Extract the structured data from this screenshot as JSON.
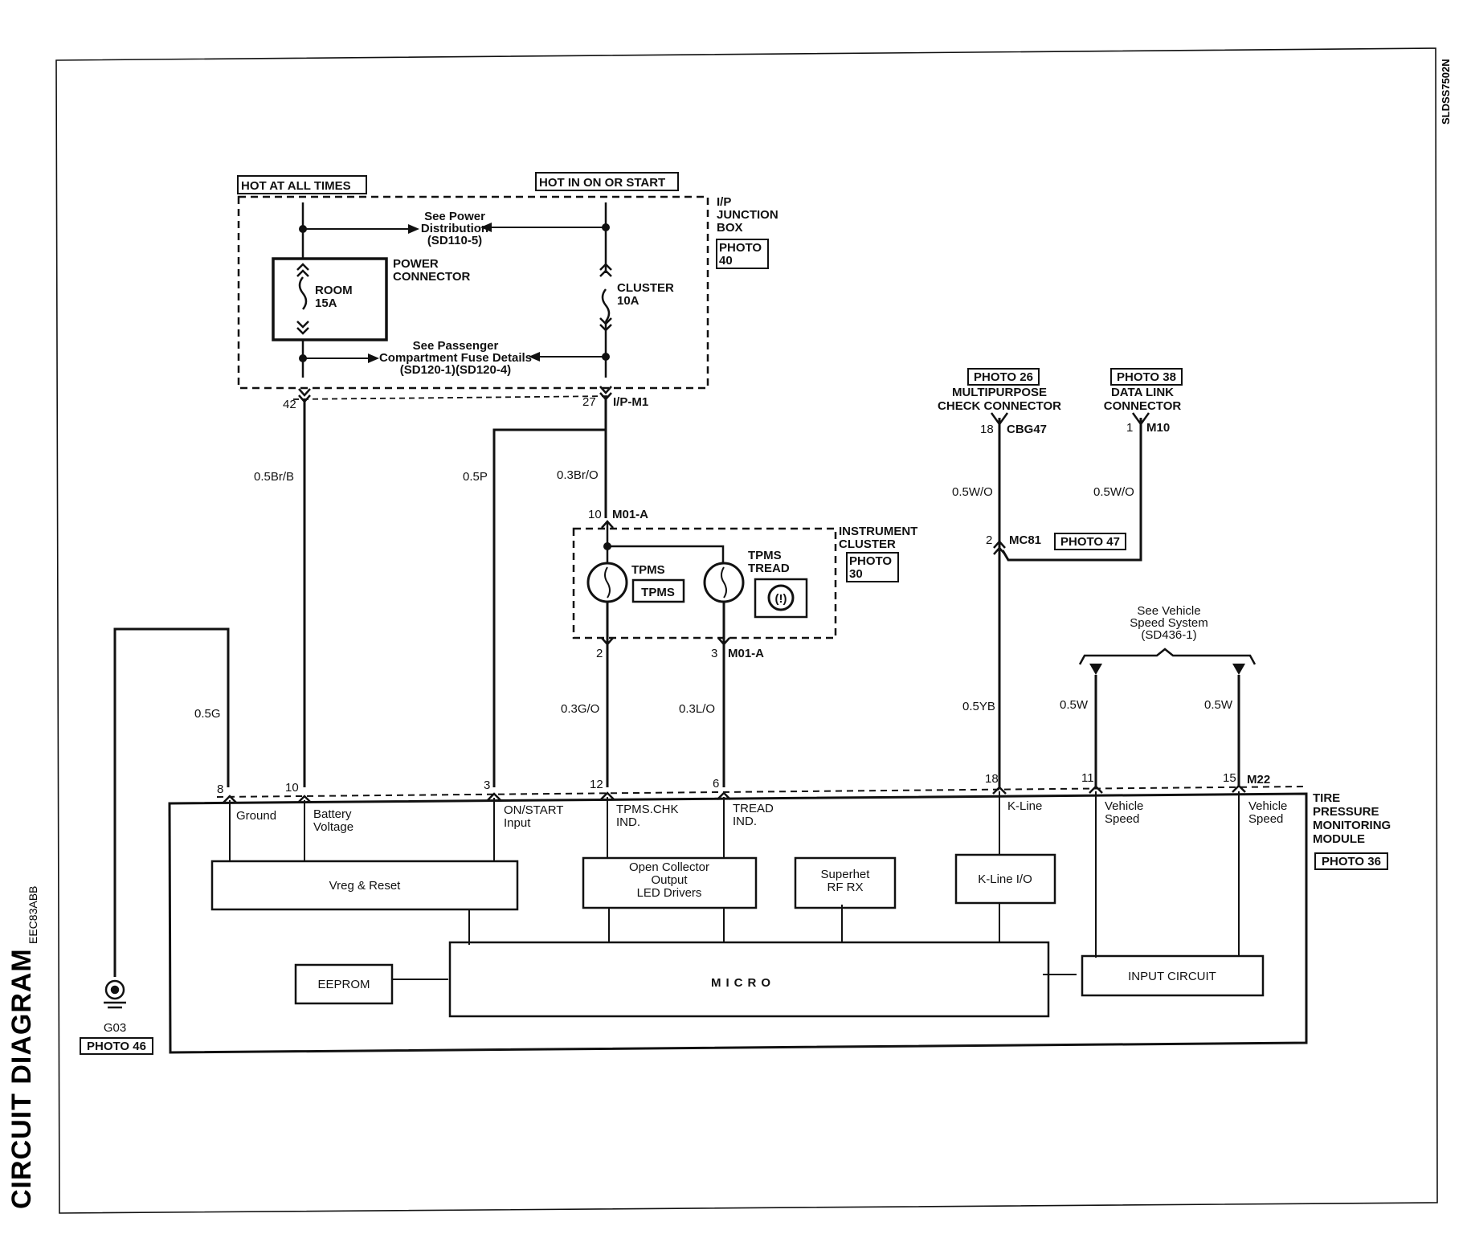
{
  "page": {
    "title": "CIRCUIT DIAGRAM",
    "side_code": "EEC83ABB",
    "corner_code": "SLDSS7502N"
  },
  "sources": {
    "hot_all_times": "HOT AT ALL TIMES",
    "hot_on_start": "HOT IN ON OR START"
  },
  "junction_box": {
    "title_lines": [
      "I/P",
      "JUNCTION",
      "BOX"
    ],
    "photo": [
      "PHOTO",
      "40"
    ],
    "power_dist": [
      "See Power",
      "Distribution",
      "(SD110-5)"
    ],
    "power_connector": [
      "POWER",
      "CONNECTOR"
    ],
    "room_fuse": [
      "ROOM",
      "15A"
    ],
    "cluster_fuse": [
      "CLUSTER",
      "10A"
    ],
    "passenger_fuse": [
      "See Passenger",
      "Compartment Fuse Details",
      "(SD120-1)(SD120-4)"
    ],
    "pin_42": "42",
    "pin_27": "27",
    "connector": "I/P-M1"
  },
  "wires": {
    "w_0_5BrB": "0.5Br/B",
    "w_0_5P": "0.5P",
    "w_0_3BrO": "0.3Br/O",
    "w_0_5G": "0.5G",
    "w_0_3GO": "0.3G/O",
    "w_0_3LO": "0.3L/O",
    "w_0_5YB": "0.5YB",
    "w_0_5W_a": "0.5W",
    "w_0_5W_b": "0.5W",
    "w_0_5WO_a": "0.5W/O",
    "w_0_5WO_b": "0.5W/O"
  },
  "cluster": {
    "title": [
      "INSTRUMENT",
      "CLUSTER"
    ],
    "photo": [
      "PHOTO",
      "30"
    ],
    "pin_10": "10",
    "conn_top": "M01-A",
    "tpms_label": "TPMS",
    "tpms_indicator": "TPMS",
    "tread_label": [
      "TPMS",
      "TREAD"
    ],
    "tread_symbol": "(!)",
    "pin_2": "2",
    "pin_3": "3",
    "conn_bottom": "M01-A"
  },
  "mpcc": {
    "photo": "PHOTO 26",
    "title": [
      "MULTIPURPOSE",
      "CHECK CONNECTOR"
    ],
    "pin": "18",
    "conn": "CBG47",
    "splice_pin": "2",
    "splice": "MC81",
    "splice_photo": "PHOTO 47"
  },
  "dlc": {
    "photo": "PHOTO 38",
    "title": [
      "DATA LINK",
      "CONNECTOR"
    ],
    "pin": "1",
    "conn": "M10"
  },
  "vss": {
    "label": [
      "See Vehicle",
      "Speed System",
      "(SD436-1)"
    ]
  },
  "ground": {
    "name": "G03",
    "photo": "PHOTO 46"
  },
  "module": {
    "title": [
      "TIRE",
      "PRESSURE",
      "MONITORING",
      "MODULE"
    ],
    "photo": "PHOTO 36",
    "conn": "M22",
    "pins": {
      "p8": "8",
      "p10": "10",
      "p3": "3",
      "p12": "12",
      "p6": "6",
      "p18": "18",
      "p11": "11",
      "p15": "15"
    },
    "pin_labels": {
      "ground": "Ground",
      "battery": [
        "Battery",
        "Voltage"
      ],
      "onstart": [
        "ON/START",
        "Input"
      ],
      "tpms_chk": [
        "TPMS.CHK",
        "IND."
      ],
      "tread": [
        "TREAD",
        "IND."
      ],
      "kline": "K-Line",
      "vspeed_a": [
        "Vehicle",
        "Speed"
      ],
      "vspeed_b": [
        "Vehicle",
        "Speed"
      ]
    },
    "blocks": {
      "vreg": "Vreg & Reset",
      "open_collector": [
        "Open Collector",
        "Output",
        "LED Drivers"
      ],
      "superhet": [
        "Superhet",
        "RF RX"
      ],
      "kline_io": "K-Line I/O",
      "eeprom": "EEPROM",
      "micro": "MICRO",
      "input_circuit": "INPUT CIRCUIT"
    }
  }
}
